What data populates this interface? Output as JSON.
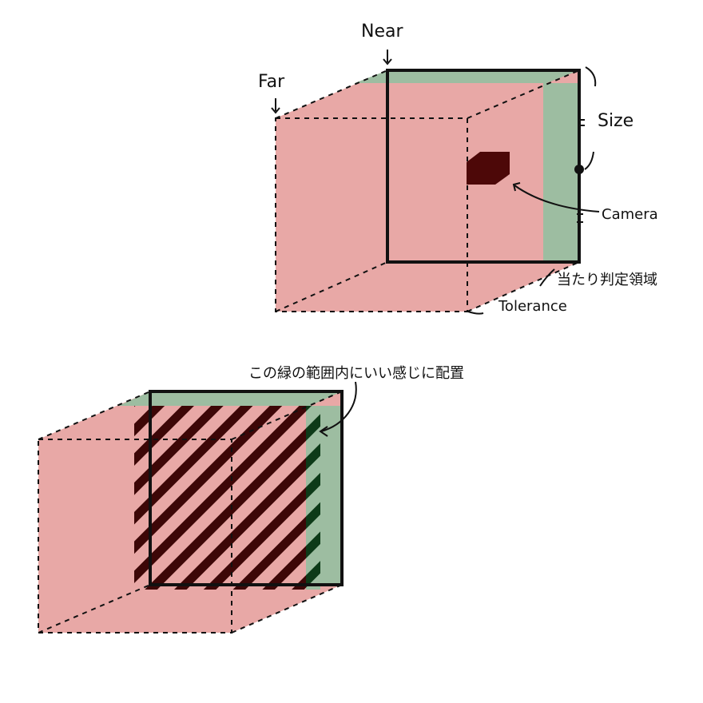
{
  "labels": {
    "near": "Near",
    "far": "Far",
    "size": "Size",
    "camera": "Camera",
    "hit_area": "当たり判定領域",
    "tolerance": "Tolerance",
    "placement_note": "この緑の範囲内にいい感じに配置"
  },
  "colors": {
    "hit_volume": "#e8a8a6",
    "tolerance_band": "#9dbda1",
    "camera": "#4d0808",
    "stripe": "#3d0707",
    "stripe_gap": "#e8a8a6",
    "stripe_on_green": "#0d3a18",
    "line": "#111111"
  },
  "icons": {
    "size_marker": "dot-icon",
    "camera": "camera-block-icon"
  }
}
